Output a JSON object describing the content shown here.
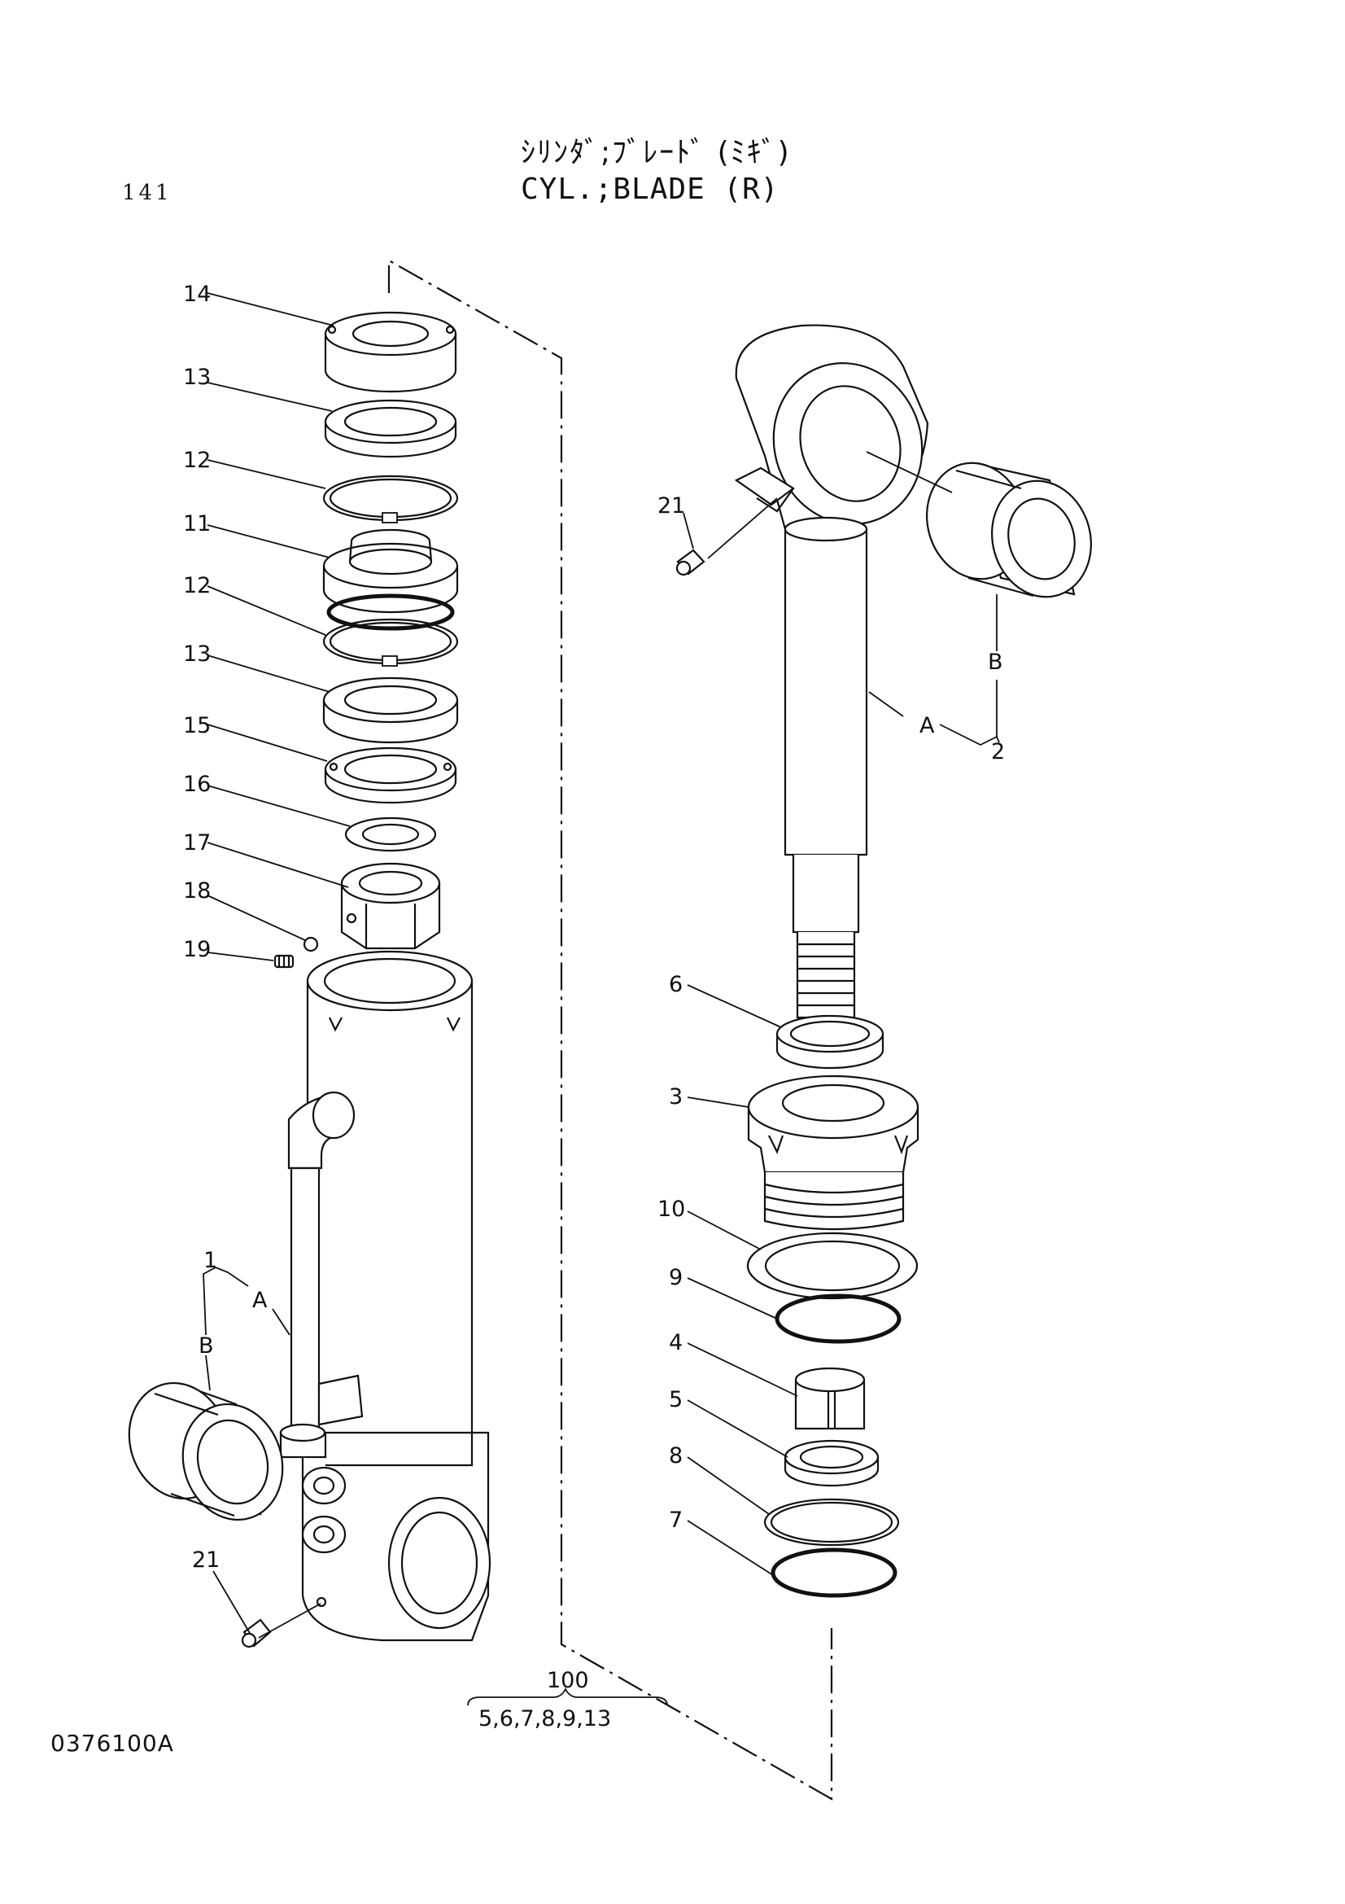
{
  "header": {
    "title_jp": "ｼﾘﾝﾀﾞ;ﾌﾞﾚｰﾄﾞ (ﾐｷﾞ)",
    "title_en": "CYL.;BLADE (R)",
    "page_number": "141"
  },
  "footer": {
    "drawing_number": "0376100A"
  },
  "callouts": {
    "c14": "14",
    "c13a": "13",
    "c12a": "12",
    "c11": "11",
    "c12b": "12",
    "c13b": "13",
    "c15": "15",
    "c16": "16",
    "c17": "17",
    "c18": "18",
    "c19": "19",
    "c1": "1",
    "c1A": "A",
    "c1B": "B",
    "c21a": "21",
    "c21b": "21",
    "cA2": "A",
    "cB2": "B",
    "c2": "2",
    "c6": "6",
    "c3": "3",
    "c10": "10",
    "c9": "9",
    "c4": "4",
    "c5": "5",
    "c8": "8",
    "c7": "7"
  },
  "kit": {
    "number": "100",
    "contents": "5,6,7,8,9,13"
  }
}
